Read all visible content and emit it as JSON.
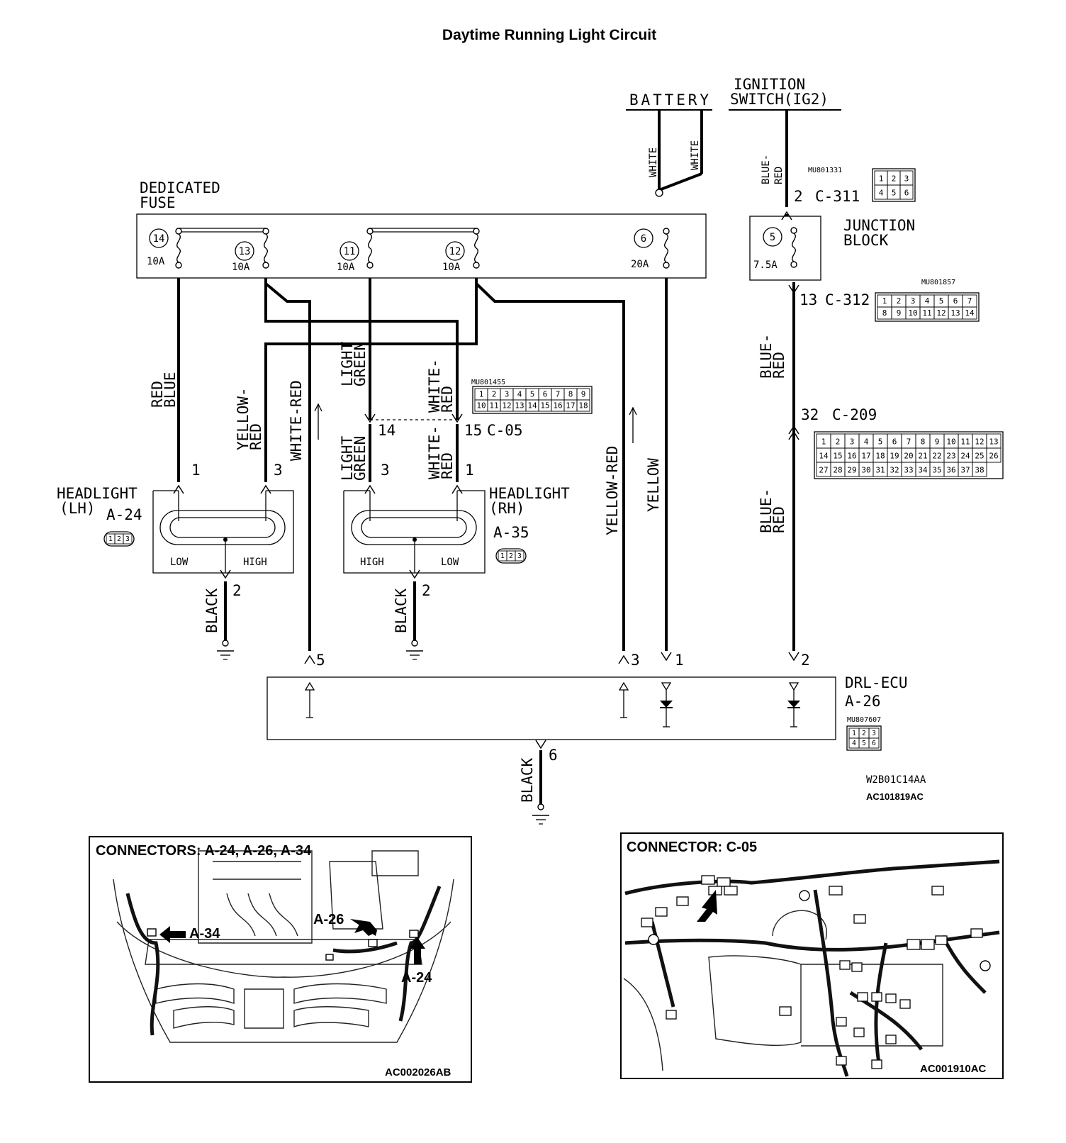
{
  "title": "Daytime Running Light Circuit",
  "power": {
    "battery": "BATTERY",
    "ignition_line1": "IGNITION",
    "ignition_line2": "SWITCH(IG2)"
  },
  "wires": {
    "white": "WHITE",
    "blue_red_top": [
      "BLUE-",
      "RED"
    ],
    "red_blue": [
      "RED",
      "BLUE"
    ],
    "yellow_red_lh": [
      "YELLOW-",
      "RED"
    ],
    "white_red": "WHITE-RED",
    "light_green_upper": [
      "LIGHT",
      "GREEN"
    ],
    "white_red_upper": [
      "WHITE-",
      "RED"
    ],
    "light_green_lower": [
      "LIGHT",
      "GREEN"
    ],
    "white_red_lower": [
      "WHITE-",
      "RED"
    ],
    "yellow_red_drl": "YELLOW-RED",
    "yellow": "YELLOW",
    "blue_red_mid": [
      "BLUE-",
      "RED"
    ],
    "blue_red_low": [
      "BLUE-",
      "RED"
    ],
    "black": "BLACK"
  },
  "dedicated_fuse": {
    "label_line1": "DEDICATED",
    "label_line2": "FUSE",
    "fuses": [
      {
        "num": "14",
        "rating": "10A"
      },
      {
        "num": "13",
        "rating": "10A"
      },
      {
        "num": "11",
        "rating": "10A"
      },
      {
        "num": "12",
        "rating": "10A"
      },
      {
        "num": "6",
        "rating": "20A"
      }
    ]
  },
  "junction_block": {
    "label_line1": "JUNCTION",
    "label_line2": "BLOCK",
    "fuse_num": "5",
    "rating": "7.5A"
  },
  "connectors": {
    "c311": {
      "part": "MU801331",
      "pin": "2",
      "name": "C-311",
      "pins": [
        "1",
        "2",
        "3",
        "4",
        "5",
        "6"
      ]
    },
    "c312": {
      "part": "MU801857",
      "pin": "13",
      "name": "C-312",
      "pins": [
        "1",
        "2",
        "3",
        "4",
        "5",
        "6",
        "7",
        "8",
        "9",
        "10",
        "11",
        "12",
        "13",
        "14"
      ]
    },
    "c209": {
      "pin": "32",
      "name": "C-209",
      "pins": [
        "1",
        "2",
        "3",
        "4",
        "5",
        "6",
        "7",
        "8",
        "9",
        "10",
        "11",
        "12",
        "13",
        "14",
        "15",
        "16",
        "17",
        "18",
        "19",
        "20",
        "21",
        "22",
        "23",
        "24",
        "25",
        "26",
        "27",
        "28",
        "29",
        "30",
        "31",
        "32",
        "33",
        "34",
        "35",
        "36",
        "37",
        "38"
      ]
    },
    "c05": {
      "part": "MU801455",
      "pin_left": "14",
      "pin_right": "15",
      "name": "C-05",
      "pins": [
        "1",
        "2",
        "3",
        "4",
        "5",
        "6",
        "7",
        "8",
        "9",
        "10",
        "11",
        "12",
        "13",
        "14",
        "15",
        "16",
        "17",
        "18"
      ]
    },
    "a26": {
      "part": "MU807607",
      "pins": [
        "1",
        "2",
        "3",
        "4",
        "5",
        "6"
      ]
    }
  },
  "headlight_lh": {
    "label_line1": "HEADLIGHT",
    "label_line2": "(LH)",
    "connector": "A-24",
    "low": "LOW",
    "high": "HIGH",
    "pin_low": "1",
    "pin_high": "3",
    "pin_ground": "2",
    "pins": [
      "1",
      "2",
      "3"
    ]
  },
  "headlight_rh": {
    "label_line1": "HEADLIGHT",
    "label_line2": "(RH)",
    "connector": "A-35",
    "high": "HIGH",
    "low": "LOW",
    "pin_high": "3",
    "pin_low": "1",
    "pin_ground": "2",
    "pins": [
      "1",
      "2",
      "3"
    ]
  },
  "drl_ecu": {
    "label": "DRL-ECU",
    "connector": "A-26",
    "pins": [
      "5",
      "3",
      "1",
      "2",
      "6"
    ]
  },
  "codes": {
    "diagram_id": "W2B01C14AA",
    "figure_id": "AC101819AC"
  },
  "panel_left": {
    "title": "CONNECTORS: A-24, A-26, A-34",
    "callouts": [
      "A-34",
      "A-26",
      "A-24"
    ],
    "code": "AC002026AB"
  },
  "panel_right": {
    "title": "CONNECTOR: C-05",
    "code": "AC001910AC"
  }
}
